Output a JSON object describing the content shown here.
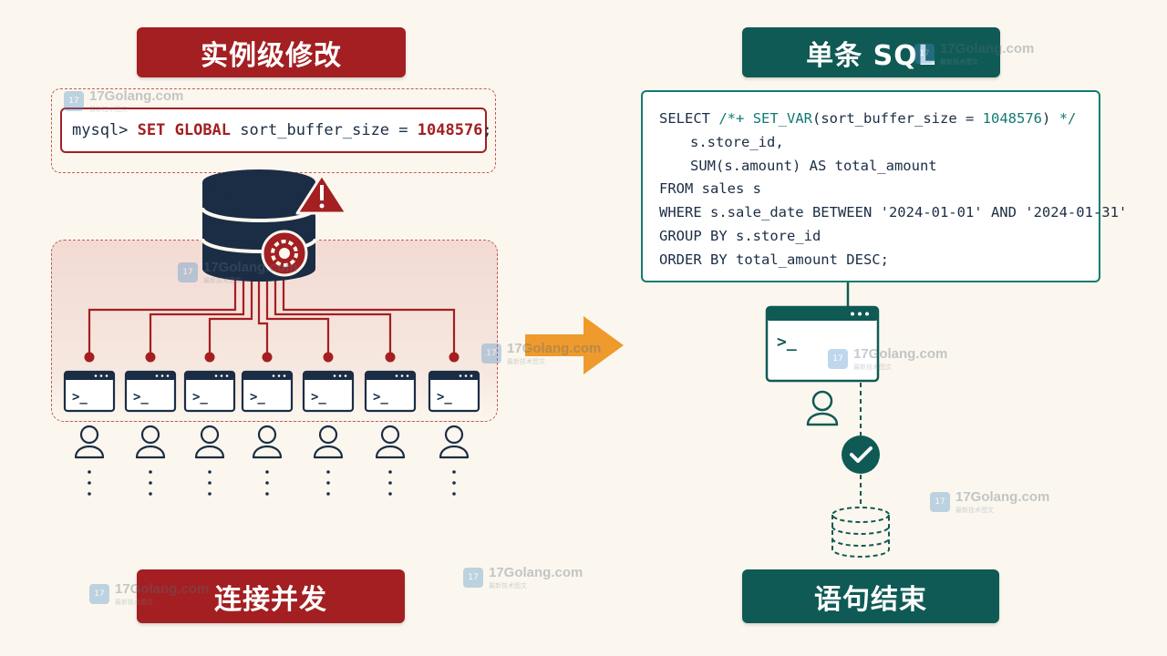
{
  "left": {
    "title": "实例级修改",
    "command": {
      "prompt": "mysql>",
      "keyword": "SET GLOBAL",
      "variable": "sort_buffer_size =",
      "value": "1048576",
      "terminator": ";"
    },
    "bottom_label": "连接并发",
    "connection_count": 7
  },
  "right": {
    "title": "单条 SQL",
    "sql": {
      "select": "SELECT",
      "hint_open": "/*+",
      "hint_fn": "SET_VAR",
      "hint_args_open": "(sort_buffer_size =",
      "hint_value": "1048576",
      "hint_args_close": ")",
      "hint_close": "*/",
      "line2": "s.store_id,",
      "line3": "SUM(s.amount) AS total_amount",
      "line4": "FROM sales s",
      "line5": "WHERE s.sale_date BETWEEN '2024-01-01' AND '2024-01-31'",
      "line6": "GROUP BY s.store_id",
      "line7": "ORDER BY total_amount DESC;"
    },
    "bottom_label": "语句结束"
  },
  "terminal_prompt": ">_",
  "watermark": {
    "text": "17Golang.com",
    "sub": "最新技术图文"
  },
  "colors": {
    "red": "#a31f22",
    "teal": "#0f5a55",
    "navy": "#1b2d45",
    "arrow": "#ee9a2d",
    "background": "#fbf7ee"
  },
  "icons": [
    "database-icon",
    "warning-icon",
    "gear-icon",
    "terminal-icon",
    "user-icon",
    "check-circle-icon",
    "database-dashed-icon",
    "arrow-right-icon"
  ]
}
